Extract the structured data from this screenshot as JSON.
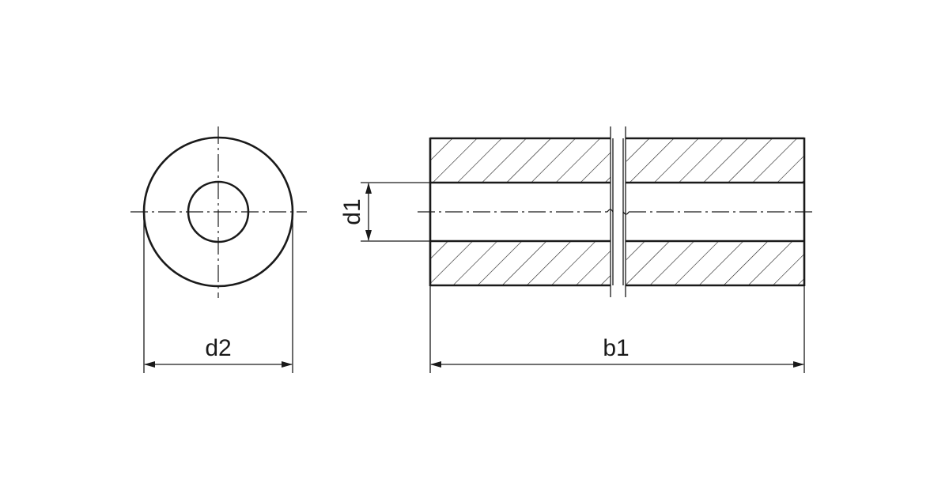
{
  "labels": {
    "d2": "d2",
    "d1": "d1",
    "b1": "b1"
  },
  "colors": {
    "line": "#1a1a1a",
    "background": "#ffffff"
  }
}
